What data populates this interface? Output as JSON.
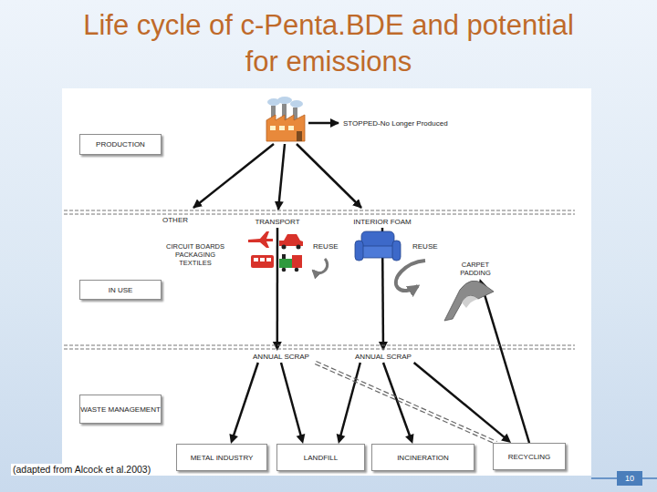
{
  "diagram": {
    "title": "Life cycle of c-Penta.BDE and potential for emissions",
    "nodes": [
      {
        "text": [
          "PRODUCTION"
        ]
      },
      {
        "text": [
          "OTHER",
          "CIRCUIT BOARDS PACKAGING TEXTILES"
        ]
      },
      {
        "text": [
          "TRANSPORT"
        ]
      },
      {
        "text": [
          "INTERIOR FOAM"
        ]
      },
      {
        "text": [
          "CARPET PADDING"
        ]
      },
      {
        "text": [
          "IN USE"
        ]
      },
      {
        "text": [
          "ANNUAL SCRAP"
        ]
      },
      {
        "text": [
          "ANNUAL SCRAP"
        ]
      },
      {
        "text": [
          "WASTE MANAGEMENT"
        ]
      },
      {
        "text": [
          "METAL INDUSTRY"
        ]
      },
      {
        "text": [
          "LANDFILL"
        ]
      },
      {
        "text": [
          "INCINERATION"
        ]
      },
      {
        "text": [
          "RECYCLING"
        ]
      }
    ],
    "edges": [
      {
        "from": 2,
        "to": 6,
        "arrow": "to"
      },
      {
        "from": 3,
        "to": 7,
        "arrow": "to"
      },
      {
        "from": 6,
        "to": 9,
        "arrow": "to"
      },
      {
        "from": 6,
        "to": 10,
        "arrow": "to"
      },
      {
        "from": 7,
        "to": 10,
        "arrow": "to"
      },
      {
        "from": 7,
        "to": 11,
        "arrow": "to"
      },
      {
        "from": 7,
        "to": 12,
        "arrow": "to"
      },
      {
        "from": 6,
        "to": 12,
        "arrow": "none"
      },
      {
        "from": 12,
        "to": 4,
        "arrow": "to"
      }
    ],
    "labels": [
      "STOPPED-No Longer Produced",
      "REUSE",
      "REUSE",
      "(adapted from Alcock et al.2003)",
      "10"
    ]
  }
}
